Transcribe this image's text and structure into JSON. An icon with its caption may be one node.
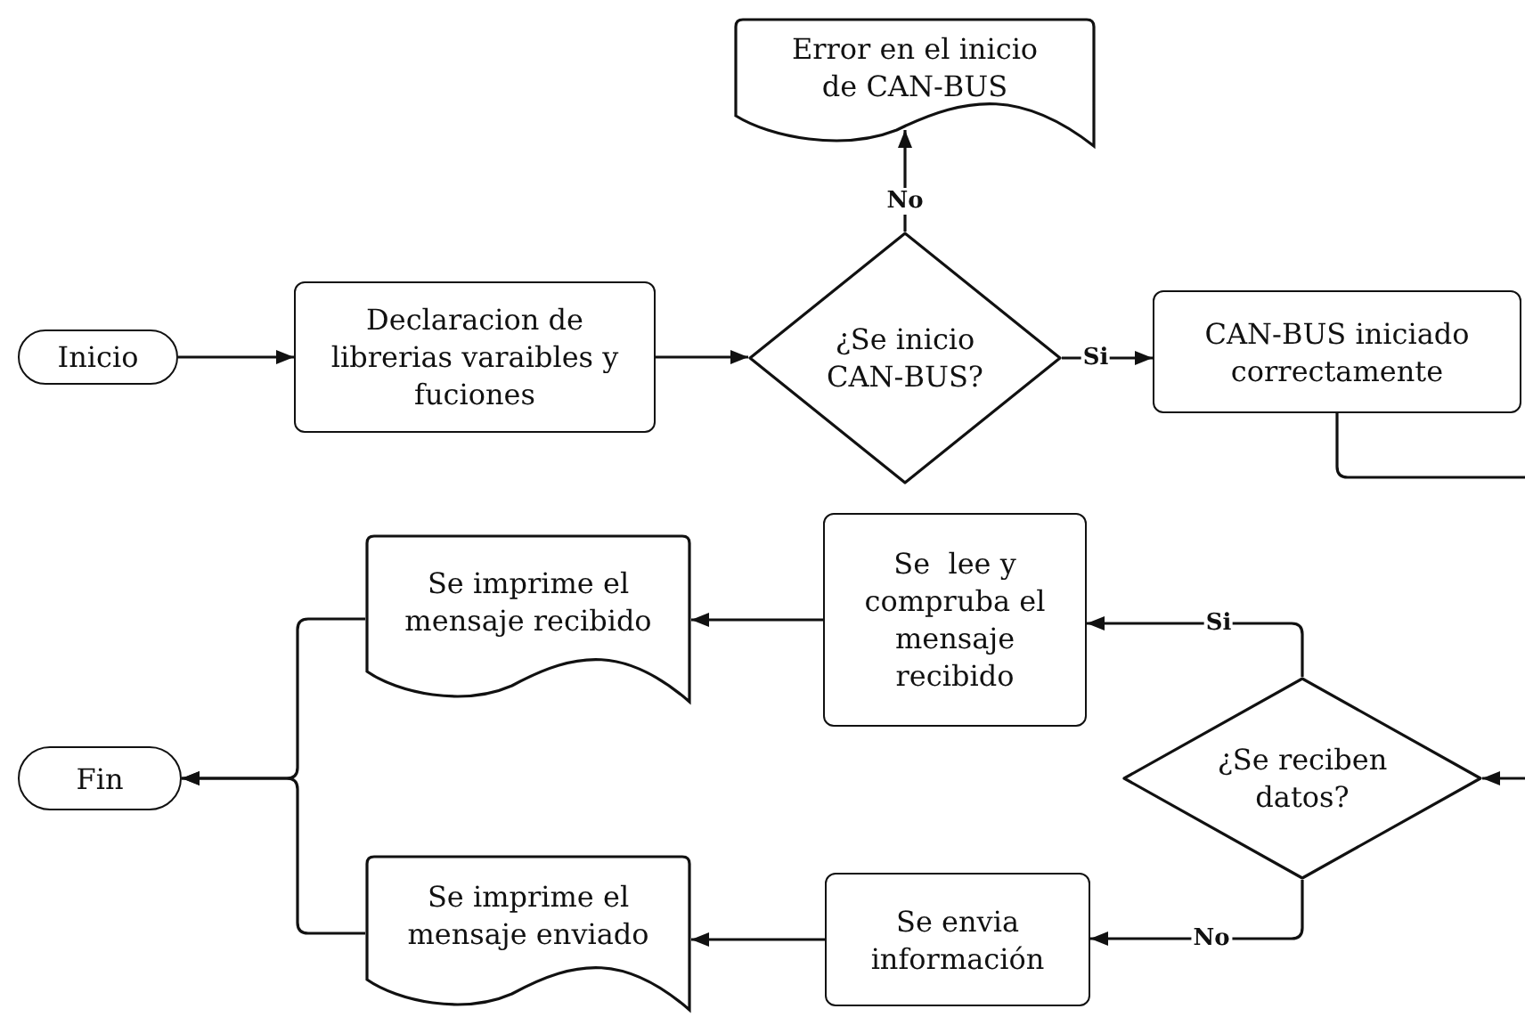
{
  "diagram": {
    "nodes": [
      {
        "text": [
          "Inicio"
        ]
      },
      {
        "text": [
          "Declaracion de librerias varaibles y fuciones"
        ]
      },
      {
        "text": [
          "¿Se inicio CAN-BUS?"
        ]
      },
      {
        "text": [
          "Error en el inicio de CAN-BUS"
        ]
      },
      {
        "text": [
          "CAN-BUS iniciado correctamente"
        ]
      },
      {
        "text": [
          "Se  lee y compruba el mensaje recibido"
        ]
      },
      {
        "text": [
          "Se imprime el mensaje recibido"
        ]
      },
      {
        "text": [
          "¿Se reciben datos?"
        ]
      },
      {
        "text": [
          "Se envia información"
        ]
      },
      {
        "text": [
          "Se imprime el mensaje enviado"
        ]
      },
      {
        "text": [
          "Fin"
        ]
      }
    ],
    "edges": [
      {
        "from": 0,
        "to": 1,
        "arrow": "to"
      },
      {
        "from": 1,
        "to": 2,
        "arrow": "to"
      },
      {
        "from": 2,
        "to": 3,
        "arrow": "to",
        "label": "No"
      },
      {
        "from": 2,
        "to": 4,
        "arrow": "to",
        "label": "Si"
      },
      {
        "from": 4,
        "to": null,
        "arrow": "none"
      },
      {
        "from": null,
        "to": 7,
        "arrow": "to"
      },
      {
        "from": 7,
        "to": 5,
        "arrow": "to",
        "label": "Si"
      },
      {
        "from": 7,
        "to": 8,
        "arrow": "to",
        "label": "No"
      },
      {
        "from": 5,
        "to": 6,
        "arrow": "to"
      },
      {
        "from": 8,
        "to": 9,
        "arrow": "to"
      },
      {
        "from": 6,
        "to": 10,
        "arrow": "to"
      },
      {
        "from": 9,
        "to": 10,
        "arrow": "to"
      }
    ]
  }
}
